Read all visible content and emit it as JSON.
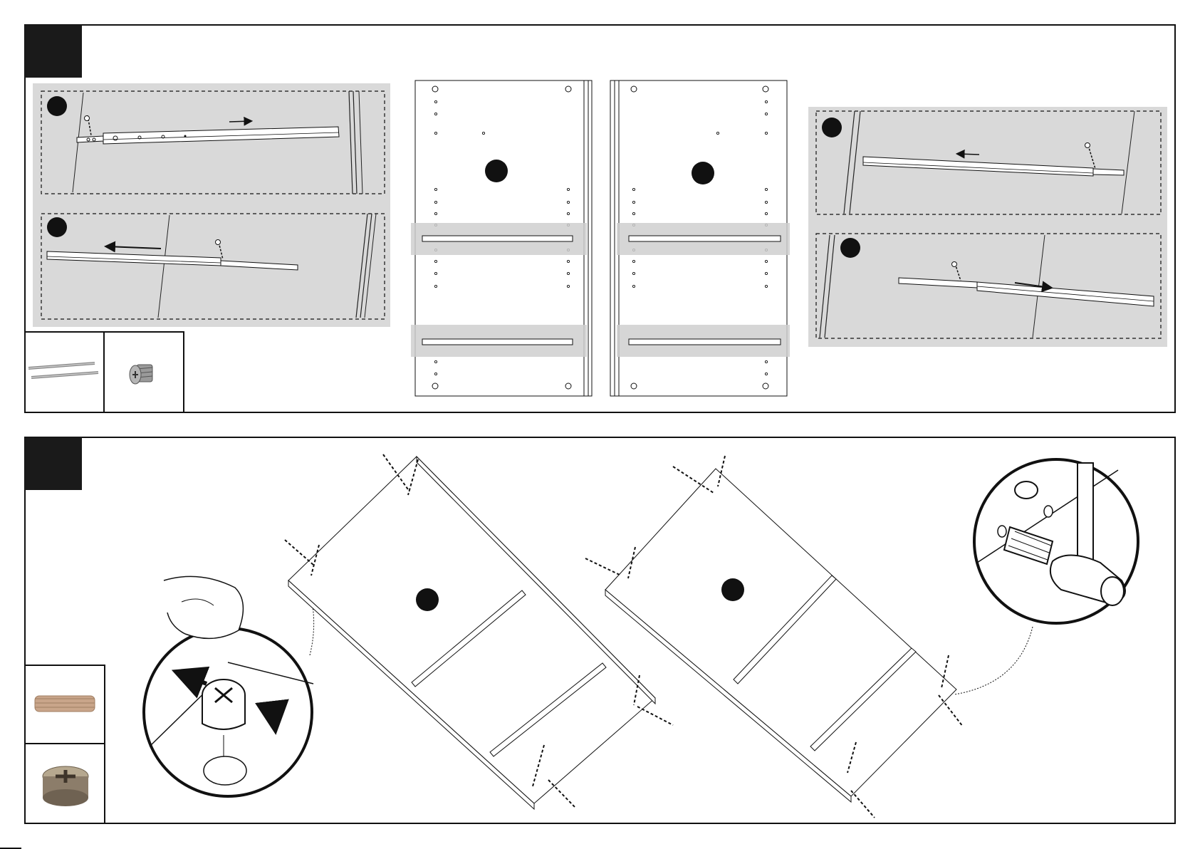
{
  "colors": {
    "ink": "#111111",
    "panel_gray": "#d9d9d9",
    "board_white": "#ffffff",
    "badge_black": "#1a1a1a",
    "dowel_wood": "#c9a58a",
    "cam_metal": "#8c7d6a"
  },
  "steps": [
    {
      "id": "step-upper",
      "badge_text": "",
      "detail_panels": [
        {
          "side": "left",
          "substeps": 2
        },
        {
          "side": "right",
          "substeps": 2
        }
      ],
      "boards": 2,
      "rails_per_board": 2,
      "hardware": [
        {
          "name": "drawer-slide-rails-icon"
        },
        {
          "name": "euro-screw-icon"
        }
      ]
    },
    {
      "id": "step-lower",
      "badge_text": "",
      "boards": 2,
      "hardware": [
        {
          "name": "wood-dowel-icon"
        },
        {
          "name": "cam-lock-icon"
        }
      ],
      "callouts": [
        {
          "name": "cam-lock-insert-callout"
        },
        {
          "name": "dowel-hammer-callout"
        }
      ]
    }
  ]
}
